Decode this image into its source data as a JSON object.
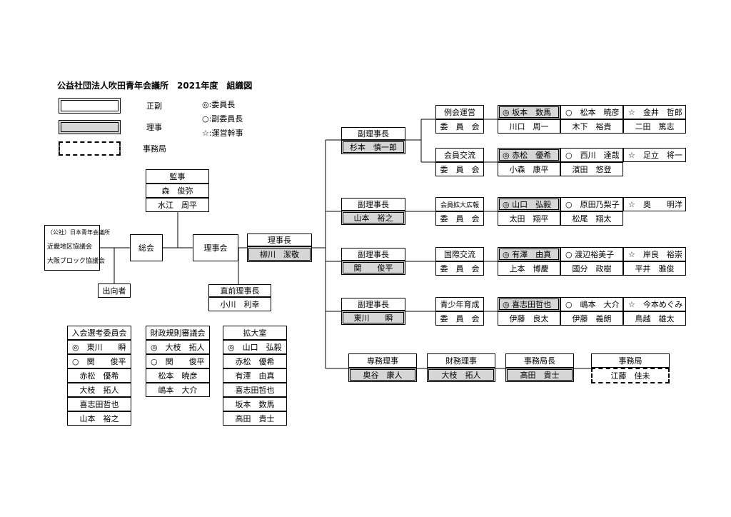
{
  "title": "公益社団法人吹田青年会議所　2021年度　組織図",
  "legend": {
    "seifuku": "正副",
    "riji": "理事",
    "jimukyoku": "事務局",
    "chair": "◎:委員長",
    "vice": "○:副委員長",
    "mgr": "☆:運営幹事"
  },
  "external": {
    "line1": "（公社）日本青年会議所",
    "line2": "近畿地区協議会",
    "line3": "大阪ブロック協議会"
  },
  "soukai": "総会",
  "shukkousha": "出向者",
  "rijikai": "理事会",
  "kanji": {
    "title": "監事",
    "members": [
      "森　俊弥",
      "水江　周平"
    ]
  },
  "zenrijicho": {
    "title": "直前理事長",
    "name": "小川　利幸"
  },
  "rijicho": {
    "title": "理事長",
    "name": "柳川　潔敬"
  },
  "vice_presidents": [
    {
      "title": "副理事長",
      "name": "杉本　慎一郎"
    },
    {
      "title": "副理事長",
      "name": "山本　裕之"
    },
    {
      "title": "副理事長",
      "name": "関　　俊平"
    },
    {
      "title": "副理事長",
      "name": "東川　　瞬"
    }
  ],
  "committees": [
    {
      "name": "例会運営",
      "label": "委　員　会",
      "chair": "◎ 坂本　数馬",
      "vice": "○　松本　暁彦",
      "mgr": "☆　金井　哲郎",
      "m1": "川口　周一",
      "m2": "木下　裕貴",
      "m3": "二田　篤志"
    },
    {
      "name": "会員交流",
      "label": "委　員　会",
      "chair": "◎ 赤松　優希",
      "vice": "○　西川　達哉",
      "mgr": "☆　足立　将一",
      "m1": "小森　康平",
      "m2": "濱田　悠登",
      "m3": ""
    },
    {
      "name": "会員拡大広報",
      "label": "委　員　会",
      "chair": "◎ 山口　弘毅",
      "vice": "○　原田乃梨子",
      "mgr": "☆　奥　　明洋",
      "m1": "太田　翔平",
      "m2": "松尾　翔太",
      "m3": ""
    },
    {
      "name": "国際交流",
      "label": "委　員　会",
      "chair": "◎ 有澤　由真",
      "vice": "○ 渡辺裕美子",
      "mgr": "☆　岸良　裕崇",
      "m1": "上本　博慶",
      "m2": "國分　政樹",
      "m3": "平井　雅俊"
    },
    {
      "name": "青少年育成",
      "label": "委　員　会",
      "chair": "◎ 喜志田哲也",
      "vice": "○　嶋本　大介",
      "mgr": "☆　今本めぐみ",
      "m1": "伊藤　良太",
      "m2": "伊藤　義朗",
      "m3": "鳥越　雄太"
    }
  ],
  "officers": [
    {
      "title": "専務理事",
      "name": "奥谷　康人"
    },
    {
      "title": "財務理事",
      "name": "大枝　拓人"
    },
    {
      "title": "事務局長",
      "name": "高田　貴士"
    },
    {
      "title": "事務局",
      "name": "江藤　佳未"
    }
  ],
  "side_committees": [
    {
      "title": "入会選考委員会",
      "rows": [
        "◎　東川　　瞬",
        "○　関　　俊平",
        "赤松　優希",
        "大枝　拓人",
        "喜志田哲也",
        "山本　裕之"
      ]
    },
    {
      "title": "財政規則審議会",
      "rows": [
        "◎　大枝　拓人",
        "○　関　　俊平",
        "松本　暁彦",
        "嶋本　大介"
      ]
    },
    {
      "title": "拡大室",
      "rows": [
        "◎　山口　弘毅",
        "赤松　優希",
        "有澤　由真",
        "喜志田哲也",
        "坂本　数馬",
        "高田　貴士"
      ]
    }
  ]
}
